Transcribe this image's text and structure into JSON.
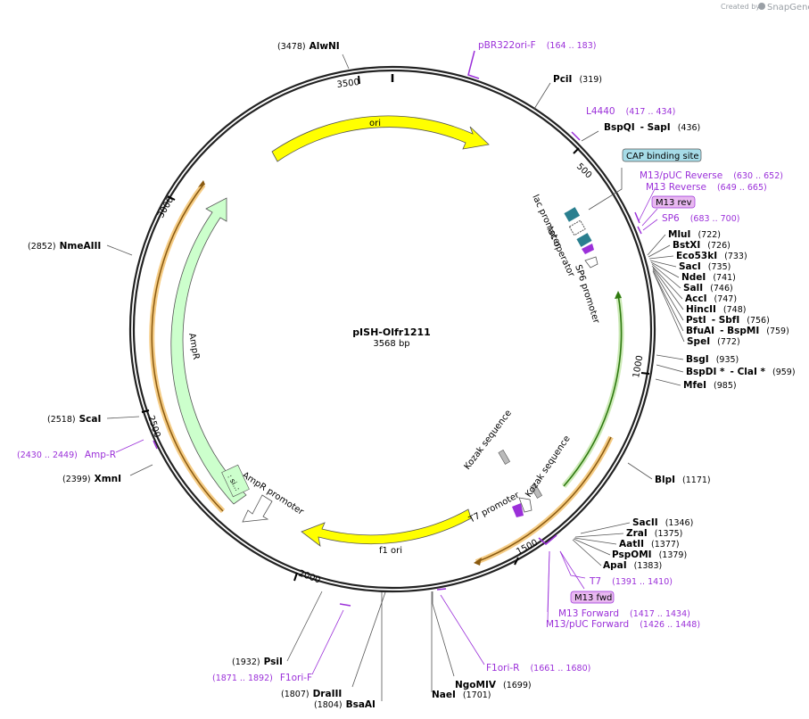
{
  "credit": {
    "created_by": "Created by",
    "brand": "SnapGene"
  },
  "plasmid": {
    "name": "pISH-Olfr1211",
    "size": "3568 bp"
  },
  "ruler": [
    "500",
    "1000",
    "1500",
    "2000",
    "2500",
    "3000",
    "3500"
  ],
  "features": {
    "ori": "ori",
    "f1_ori": "f1 ori",
    "ampr": "AmpR",
    "ampr_promoter": "AmpR promoter",
    "lac_promoter": "lac promoter",
    "lac_operator": "lac operator",
    "sp6_promoter": "SP6 promoter",
    "t7_promoter": "T7 promoter",
    "kozak1": "Kozak sequence",
    "kozak2": "Kozak sequence",
    "cap": "CAP binding site",
    "m13_rev": "M13 rev",
    "m13_fwd": "M13 fwd",
    "si": ": si..:"
  },
  "enzymes": [
    {
      "name": "AlwNI",
      "pos": "(3478)"
    },
    {
      "name": "PciI",
      "pos": "(319)"
    },
    {
      "name": "BspQI",
      "sep": "- ",
      "name2": "SapI",
      "pos": "(436)"
    },
    {
      "name": "MluI",
      "pos": "(722)"
    },
    {
      "name": "BstXI",
      "pos": "(726)"
    },
    {
      "name": "Eco53kI",
      "pos": "(733)"
    },
    {
      "name": "SacI",
      "pos": "(735)"
    },
    {
      "name": "NdeI",
      "pos": "(741)"
    },
    {
      "name": "SalI",
      "pos": "(746)"
    },
    {
      "name": "AccI",
      "pos": "(747)"
    },
    {
      "name": "HincII",
      "pos": "(748)"
    },
    {
      "name": "PstI",
      "sep": "- ",
      "name2": "SbfI",
      "pos": "(756)"
    },
    {
      "name": "BfuAI",
      "sep": "- ",
      "name2": "BspMI",
      "pos": "(759)"
    },
    {
      "name": "SpeI",
      "pos": "(772)"
    },
    {
      "name": "BsgI",
      "pos": "(935)"
    },
    {
      "name": "BspDI *",
      "sep": "- ",
      "name2": "ClaI *",
      "pos": "(959)"
    },
    {
      "name": "MfeI",
      "pos": "(985)"
    },
    {
      "name": "BlpI",
      "pos": "(1171)"
    },
    {
      "name": "SacII",
      "pos": "(1346)"
    },
    {
      "name": "ZraI",
      "pos": "(1375)"
    },
    {
      "name": "AatII",
      "pos": "(1377)"
    },
    {
      "name": "PspOMI",
      "pos": "(1379)"
    },
    {
      "name": "ApaI",
      "pos": "(1383)"
    },
    {
      "name": "NgoMIV",
      "pos": "(1699)"
    },
    {
      "name": "NaeI",
      "pos": "(1701)"
    },
    {
      "name": "BsaAI",
      "pos": "(1804)"
    },
    {
      "name": "DraIII",
      "pos": "(1807)"
    },
    {
      "name": "PsiI",
      "pos": "(1932)"
    },
    {
      "name": "XmnI",
      "pos": "(2399)"
    },
    {
      "name": "ScaI",
      "pos": "(2518)"
    },
    {
      "name": "NmeAIII",
      "pos": "(2852)"
    }
  ],
  "primers": [
    {
      "name": "pBR322ori-F",
      "range": "(164 .. 183)"
    },
    {
      "name": "L4440",
      "range": "(417 .. 434)"
    },
    {
      "name": "M13/pUC Reverse",
      "range": "(630 .. 652)"
    },
    {
      "name": "M13 Reverse",
      "range": "(649 .. 665)"
    },
    {
      "name": "SP6",
      "range": "(683 .. 700)"
    },
    {
      "name": "T7",
      "range": "(1391 .. 1410)"
    },
    {
      "name": "M13 Forward",
      "range": "(1417 .. 1434)"
    },
    {
      "name": "M13/pUC Forward",
      "range": "(1426 .. 1448)"
    },
    {
      "name": "F1ori-R",
      "range": "(1661 .. 1680)"
    },
    {
      "name": "F1ori-F",
      "range": "(1871 .. 1892)"
    },
    {
      "name": "Amp-R",
      "range": "(2430 .. 2449)"
    }
  ],
  "colors": {
    "backbone": "#222222",
    "ori": "#ffff00",
    "ampr": "#ccffcc",
    "orange_arc": "#e8a43c",
    "green_arc": "#3a9a1a",
    "primer": "#9b30d9",
    "cap": "#a6dce8",
    "m13_box": "#e8b8f0",
    "teal": "#2a7f8f"
  }
}
